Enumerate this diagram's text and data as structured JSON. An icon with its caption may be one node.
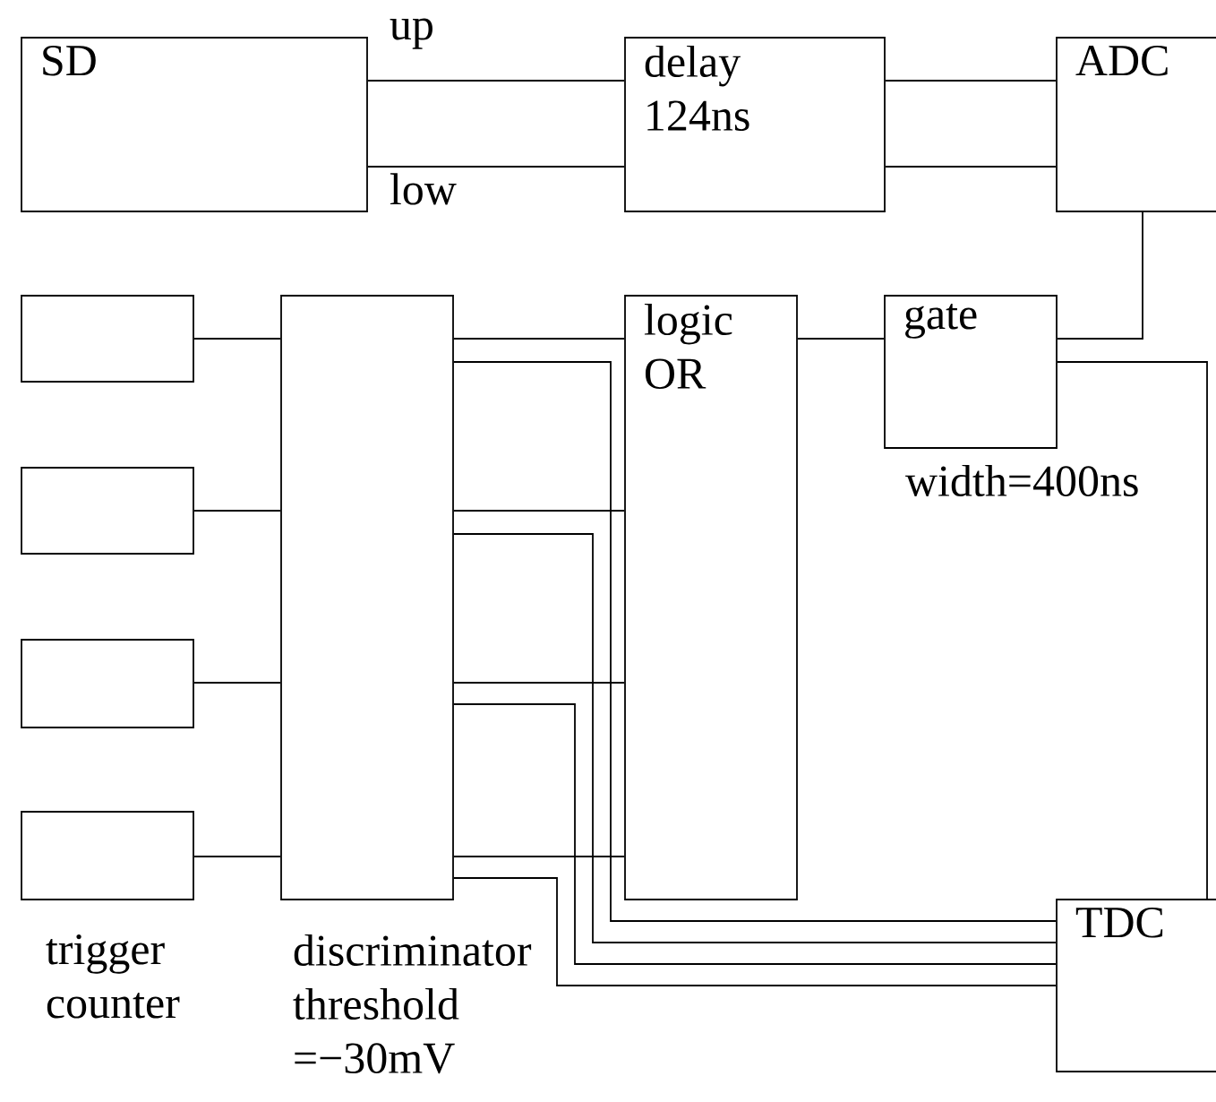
{
  "diagram": {
    "nodes": [
      {
        "text": [
          "SD"
        ]
      },
      {
        "text": [
          "delay 124ns"
        ]
      },
      {
        "text": [
          "ADC"
        ]
      },
      {
        "text": [],
        "shape": "box"
      },
      {
        "text": [],
        "shape": "box"
      },
      {
        "text": [],
        "shape": "box"
      },
      {
        "text": [],
        "shape": "box",
        "beside": [
          "trigger counter"
        ]
      },
      {
        "text": [],
        "shape": "box",
        "beside": [
          "discriminator threshold =−30mV"
        ]
      },
      {
        "text": [
          "logic OR"
        ]
      },
      {
        "text": [
          "gate"
        ],
        "beside": [
          "width=400ns"
        ]
      },
      {
        "text": [
          "TDC"
        ]
      }
    ],
    "edges": [
      {
        "from": 0,
        "to": 1,
        "arrow": "none",
        "label": "up"
      },
      {
        "from": 0,
        "to": 1,
        "arrow": "none",
        "label": "low"
      },
      {
        "from": 1,
        "to": 2,
        "arrow": "none"
      },
      {
        "from": 1,
        "to": 2,
        "arrow": "none"
      },
      {
        "from": 2,
        "to": 9,
        "arrow": "none"
      },
      {
        "from": 3,
        "to": 7,
        "arrow": "none"
      },
      {
        "from": 4,
        "to": 7,
        "arrow": "none"
      },
      {
        "from": 5,
        "to": 7,
        "arrow": "none"
      },
      {
        "from": 6,
        "to": 7,
        "arrow": "none"
      },
      {
        "from": 7,
        "to": 8,
        "arrow": "none"
      },
      {
        "from": 7,
        "to": 10,
        "arrow": "none"
      },
      {
        "from": 7,
        "to": 8,
        "arrow": "none"
      },
      {
        "from": 7,
        "to": 10,
        "arrow": "none"
      },
      {
        "from": 7,
        "to": 8,
        "arrow": "none"
      },
      {
        "from": 7,
        "to": 10,
        "arrow": "none"
      },
      {
        "from": 7,
        "to": 8,
        "arrow": "none"
      },
      {
        "from": 7,
        "to": 10,
        "arrow": "none"
      },
      {
        "from": 8,
        "to": 9,
        "arrow": "none"
      },
      {
        "from": 9,
        "to": 10,
        "arrow": "none"
      }
    ]
  }
}
